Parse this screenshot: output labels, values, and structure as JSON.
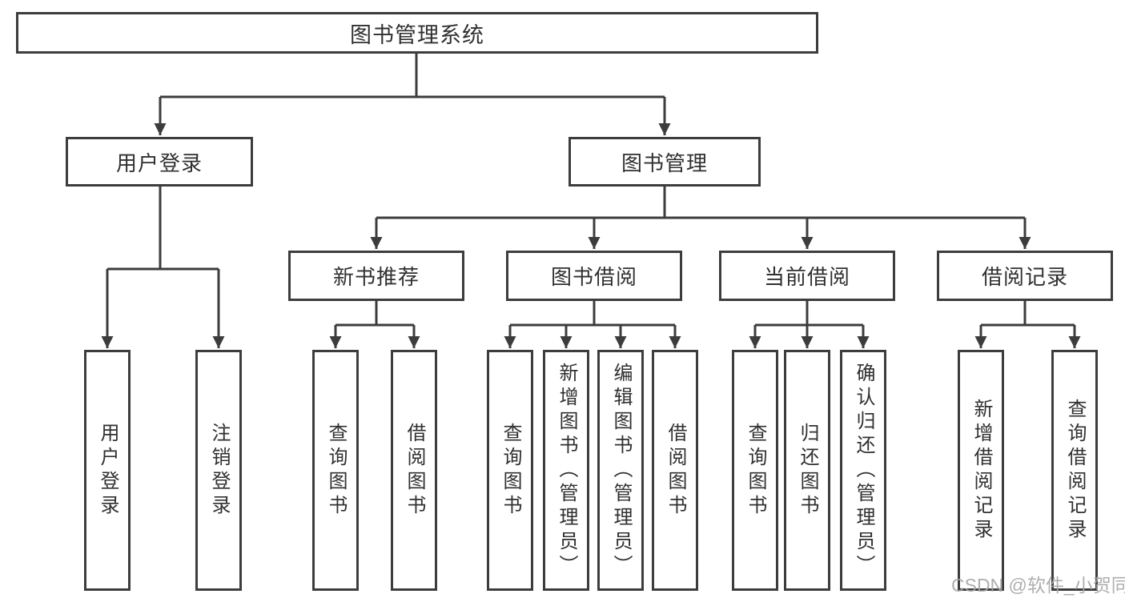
{
  "root": {
    "label": "图书管理系统"
  },
  "level2": [
    {
      "label": "用户登录"
    },
    {
      "label": "图书管理"
    }
  ],
  "level3": [
    {
      "label": "新书推荐",
      "parent": "图书管理"
    },
    {
      "label": "图书借阅",
      "parent": "图书管理"
    },
    {
      "label": "当前借阅",
      "parent": "图书管理"
    },
    {
      "label": "借阅记录",
      "parent": "图书管理"
    }
  ],
  "leaves": [
    {
      "label": "用户登录",
      "parent": "用户登录"
    },
    {
      "label": "注销登录",
      "parent": "用户登录"
    },
    {
      "label": "查询图书",
      "parent": "新书推荐"
    },
    {
      "label": "借阅图书",
      "parent": "新书推荐"
    },
    {
      "label": "查询图书",
      "parent": "图书借阅"
    },
    {
      "label": "新增图书（管理员）",
      "parent": "图书借阅"
    },
    {
      "label": "编辑图书（管理员）",
      "parent": "图书借阅"
    },
    {
      "label": "借阅图书",
      "parent": "图书借阅"
    },
    {
      "label": "查询图书",
      "parent": "当前借阅"
    },
    {
      "label": "归还图书",
      "parent": "当前借阅"
    },
    {
      "label": "确认归还（管理员）",
      "parent": "当前借阅"
    },
    {
      "label": "新增借阅记录",
      "parent": "借阅记录"
    },
    {
      "label": "查询借阅记录",
      "parent": "借阅记录"
    }
  ],
  "watermark": {
    "text": "CSDN @软件_小贺同学"
  },
  "colors": {
    "line": "#3c3c3c",
    "box_border": "#3d3d3d",
    "text": "#303030",
    "background": "#ffffff",
    "watermark": "#a6a6a6"
  }
}
